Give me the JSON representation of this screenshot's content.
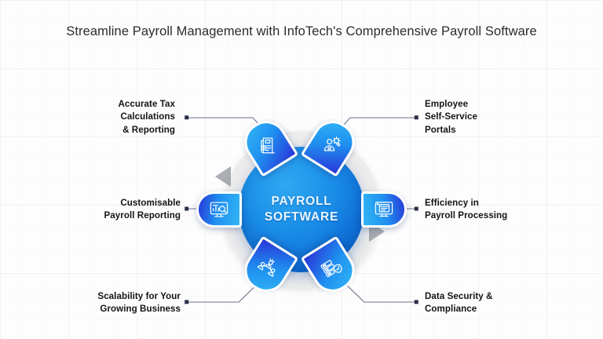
{
  "title": "Streamline Payroll Management with\nInfoTech's Comprehensive Payroll Software",
  "center": {
    "text": "PAYROLL\nSOFTWARE",
    "accent_color": "#1b8fe8"
  },
  "colors": {
    "background": "#fdfdfd",
    "badge_blue": "#1f8ff0",
    "badge_deep_blue": "#2a36d8",
    "ring_grey": "#ececec",
    "text_dark": "#141414",
    "title_color": "#2b2b2b",
    "connector": "#6b6f8c"
  },
  "nodes": [
    {
      "id": "tax",
      "label": "Accurate Tax\nCalculations\n& Reporting",
      "side": "left",
      "icon": "tax-document-icon"
    },
    {
      "id": "portal",
      "label": "Employee\nSelf-Service\nPortals",
      "side": "right",
      "icon": "user-gear-icon"
    },
    {
      "id": "report",
      "label": "Customisable\nPayroll Reporting",
      "side": "left",
      "icon": "monitor-analytics-icon"
    },
    {
      "id": "efficiency",
      "label": "Efficiency in\nPayroll Processing",
      "side": "right",
      "icon": "monitor-document-icon"
    },
    {
      "id": "scale",
      "label": "Scalability for Your\nGrowing Business",
      "side": "left",
      "icon": "team-growth-icon"
    },
    {
      "id": "security",
      "label": "Data Security &\nCompliance",
      "side": "right",
      "icon": "database-shield-icon"
    }
  ]
}
